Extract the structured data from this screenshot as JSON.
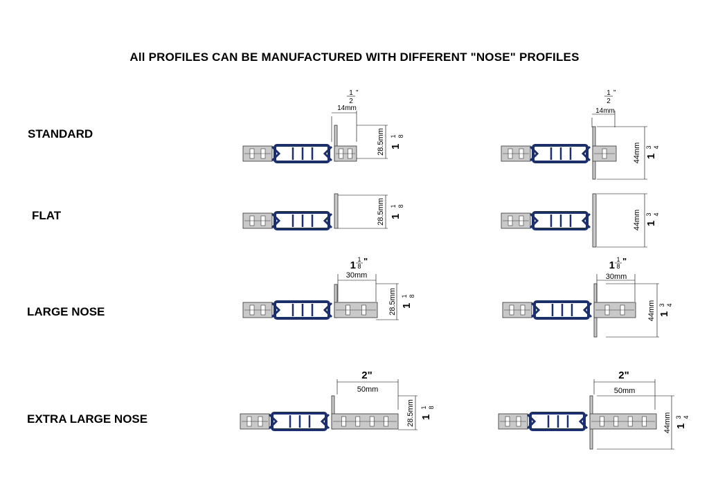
{
  "title": "All PROFILES CAN BE MANUFACTURED WITH DIFFERENT \"NOSE\" PROFILES",
  "rows": [
    {
      "label": "STANDARD"
    },
    {
      "label": "FLAT"
    },
    {
      "label": "LARGE NOSE"
    },
    {
      "label": "EXTRA LARGE NOSE"
    }
  ],
  "dims": {
    "standard_left": {
      "w_in_whole": "",
      "w_in_num": "1",
      "w_in_den": "2",
      "w_mm": "14mm",
      "h_mm": "28.5mm",
      "h_in_whole": "1",
      "h_in_num": "1",
      "h_in_den": "8"
    },
    "standard_right": {
      "w_in_whole": "",
      "w_in_num": "1",
      "w_in_den": "2",
      "w_mm": "14mm",
      "h_mm": "44mm",
      "h_in_whole": "1",
      "h_in_num": "3",
      "h_in_den": "4"
    },
    "flat_left": {
      "h_mm": "28.5mm",
      "h_in_whole": "1",
      "h_in_num": "1",
      "h_in_den": "8"
    },
    "flat_right": {
      "h_mm": "44mm",
      "h_in_whole": "1",
      "h_in_num": "3",
      "h_in_den": "4"
    },
    "large_left": {
      "w_in_whole": "1",
      "w_in_num": "1",
      "w_in_den": "8",
      "w_mm": "30mm",
      "h_mm": "28.5mm",
      "h_in_whole": "1",
      "h_in_num": "1",
      "h_in_den": "8"
    },
    "large_right": {
      "w_in_whole": "1",
      "w_in_num": "1",
      "w_in_den": "8",
      "w_mm": "30mm",
      "h_mm": "44mm",
      "h_in_whole": "1",
      "h_in_num": "3",
      "h_in_den": "4"
    },
    "xl_left": {
      "w_in": "2\"",
      "w_mm": "50mm",
      "h_mm": "28.5mm",
      "h_in_whole": "1",
      "h_in_num": "1",
      "h_in_den": "8"
    },
    "xl_right": {
      "w_in": "2\"",
      "w_mm": "50mm",
      "h_mm": "44mm",
      "h_in_whole": "1",
      "h_in_num": "3",
      "h_in_den": "4"
    }
  },
  "colors": {
    "insert": "#1b2f6e",
    "aluminium": "#c9c9c9",
    "outline": "#333333"
  }
}
